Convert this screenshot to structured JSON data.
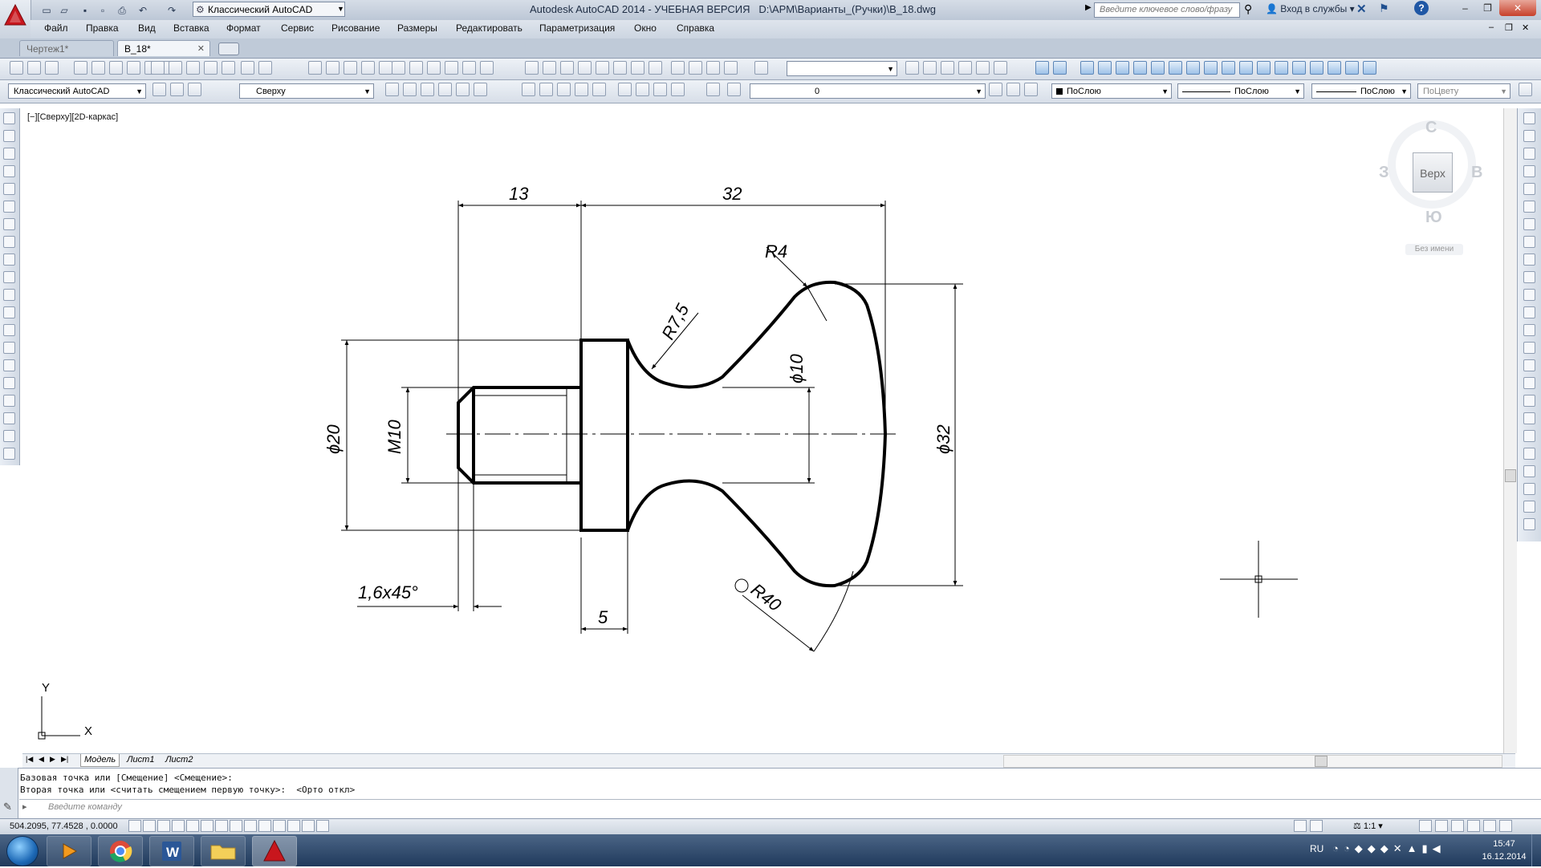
{
  "titlebar": {
    "app_name": "Autodesk AutoCAD 2014 - УЧЕБНАЯ ВЕРСИЯ",
    "file_path": "D:\\АРМ\\Варианты_(Ручки)\\В_18.dwg",
    "workspace": "Классический AutoCAD",
    "search_placeholder": "Введите ключевое слово/фразу",
    "signin": "Вход в службы"
  },
  "menu": [
    "Файл",
    "Правка",
    "Вид",
    "Вставка",
    "Формат",
    "Сервис",
    "Рисование",
    "Размеры",
    "Редактировать",
    "Параметризация",
    "Окно",
    "Справка"
  ],
  "tabs": [
    {
      "label": "Чертеж1*",
      "active": false
    },
    {
      "label": "В_18*",
      "active": true
    }
  ],
  "toolbar2": {
    "workspace": "Классический AutoCAD",
    "view": "Сверху",
    "layer": "0",
    "color": "ПоСлою",
    "linetype": "ПоСлою",
    "lineweight": "ПоСлою",
    "plotstyle": "ПоЦвету"
  },
  "viewport_label": "[−][Сверху][2D-каркас]",
  "viewcube": {
    "face": "Верх",
    "north": "С",
    "south": "Ю",
    "west": "З",
    "east": "В",
    "ucs_name": "Без имени"
  },
  "drawing": {
    "dims": {
      "d13": "13",
      "d32": "32",
      "r4": "R4",
      "r7_5": "R7,5",
      "phi10": "ϕ10",
      "phi20": "ϕ20",
      "m10": "M10",
      "phi32": "ϕ32",
      "chamfer": "1,6x45°",
      "d5": "5",
      "r40": "R40"
    },
    "ucs_x": "X",
    "ucs_y": "Y"
  },
  "layout_tabs": [
    "Модель",
    "Лист1",
    "Лист2"
  ],
  "command": {
    "line1": "Базовая точка или [Смещение] <Смещение>:",
    "line2": "Вторая точка или <считать смещением первую точку>:  <Орто откл>",
    "placeholder": "Введите команду"
  },
  "status": {
    "coords": "504.2095, 77.4528 , 0.0000",
    "scale": "1:1"
  },
  "taskbar": {
    "lang": "RU",
    "time": "15:47",
    "date": "16.12.2014"
  }
}
